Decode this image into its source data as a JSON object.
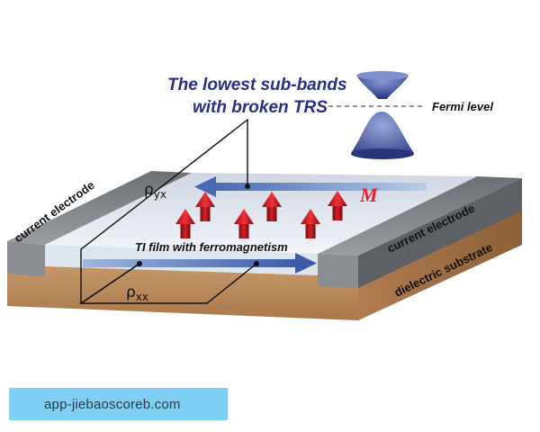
{
  "title_lines": [
    "The lowest sub-bands",
    "with broken TRS"
  ],
  "fermi_level_label": "Fermi level",
  "film_label": "TI film with ferromagnetism",
  "left_electrode_label": "current electrode",
  "right_electrode_label": "current electrode",
  "substrate_label": "dielectric substrate",
  "rho_yx": {
    "main": "ρ",
    "sub": "yx"
  },
  "rho_xx": {
    "main": "ρ",
    "sub": "xx"
  },
  "magnetization_label": "M",
  "watermark_url": "app-jiebaoscoreb.com",
  "colors": {
    "substrate": "#b9875a",
    "electrode": "#7b7f84",
    "film": "#dfe6ee",
    "arrow_blue": "#4564b0",
    "spin_red": "#cc1c24",
    "cone_blue": "#2a3b8f",
    "banner": "#7fcff4"
  }
}
